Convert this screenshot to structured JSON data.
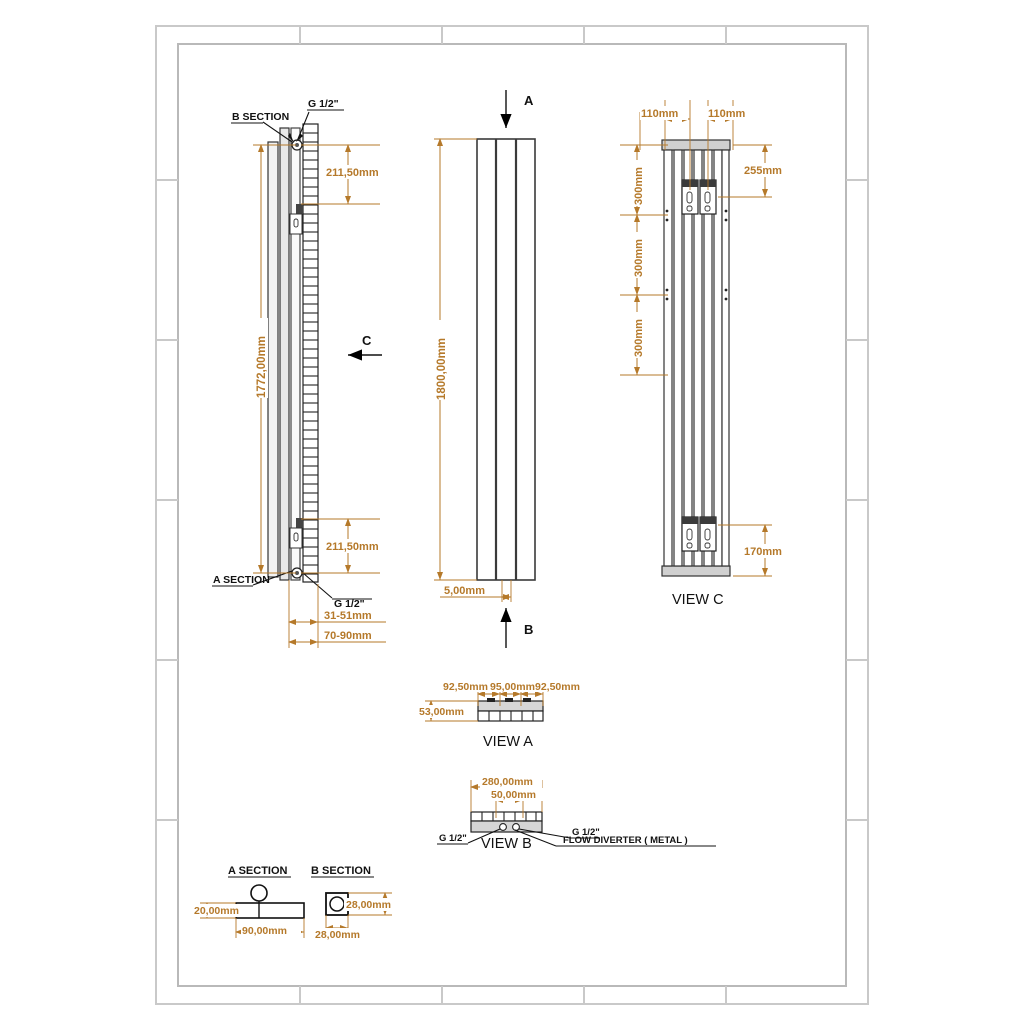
{
  "drawing": {
    "title": "Vertical Radiator Technical Drawing",
    "units": "mm",
    "dim_color": "#b5792a",
    "line_color": "#333333",
    "frame_color": "#c9c9c9"
  },
  "side_view": {
    "name": "side-elevation",
    "labels": {
      "b_section": "B SECTION",
      "a_section": "A SECTION",
      "g_half_top": "G 1/2\"",
      "g_half_bottom": "G 1/2\"",
      "arrow_c": "C"
    },
    "dims": {
      "top_offset": "211,50mm",
      "bottom_offset": "211,50mm",
      "overall_height": "1772,00mm",
      "depth_inner": "31-51mm",
      "depth_outer": "70-90mm"
    }
  },
  "front_view": {
    "name": "front-elevation",
    "labels": {
      "arrow_a": "A",
      "arrow_b": "B"
    },
    "dims": {
      "height": "1800,00mm",
      "thickness": "5,00mm"
    }
  },
  "view_c": {
    "name": "view-c",
    "caption": "VIEW C",
    "dims": {
      "left_spacing": "110mm",
      "right_spacing": "110mm",
      "top_bracket": "255mm",
      "seg1": "300mm",
      "seg2": "300mm",
      "seg3": "300mm",
      "bottom_bracket": "170mm"
    }
  },
  "view_a": {
    "name": "view-a",
    "caption": "VIEW A",
    "dims": {
      "left": "92,50mm",
      "center": "95,00mm",
      "right": "92,50mm",
      "height": "53,00mm"
    }
  },
  "view_b": {
    "name": "view-b",
    "caption": "VIEW B",
    "dims": {
      "width": "280,00mm",
      "center": "50,00mm"
    },
    "labels": {
      "g_half_left": "G 1/2\"",
      "g_half_right": "G 1/2\"",
      "flow_diverter": "FLOW DIVERTER ( METAL )"
    }
  },
  "section_a": {
    "name": "section-a",
    "caption": "A SECTION",
    "dims": {
      "height": "20,00mm",
      "width": "90,00mm"
    }
  },
  "section_b": {
    "name": "section-b",
    "caption": "B SECTION",
    "dims": {
      "width": "28,00mm",
      "height": "28,00mm"
    }
  }
}
